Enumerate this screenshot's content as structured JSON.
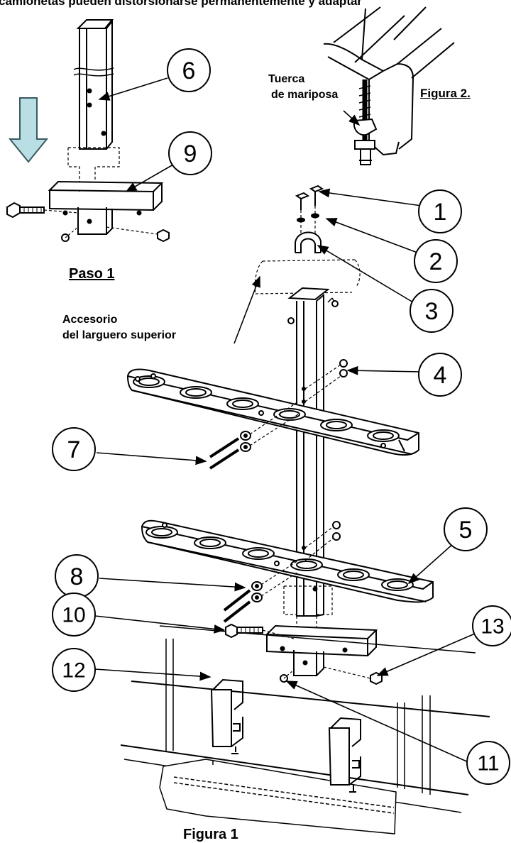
{
  "header": {
    "top_text": "camionetas pueden distorsionarse permanentemente y adaptar"
  },
  "labels": {
    "figura2": "Figura 2.",
    "tuerca_line1": "Tuerca",
    "tuerca_line2": "de mariposa",
    "paso1": "Paso 1",
    "accesorio_line1": "Accesorio",
    "accesorio_line2": "del larguero superior",
    "bottom_partial": "Figura 1"
  },
  "callouts": [
    "1",
    "2",
    "3",
    "4",
    "5",
    "6",
    "7",
    "8",
    "9",
    "10",
    "11",
    "12",
    "13"
  ],
  "colors": {
    "arrow_fill": "#b9dfe4",
    "arrow_stroke": "#3a5a60",
    "line": "#000000"
  }
}
